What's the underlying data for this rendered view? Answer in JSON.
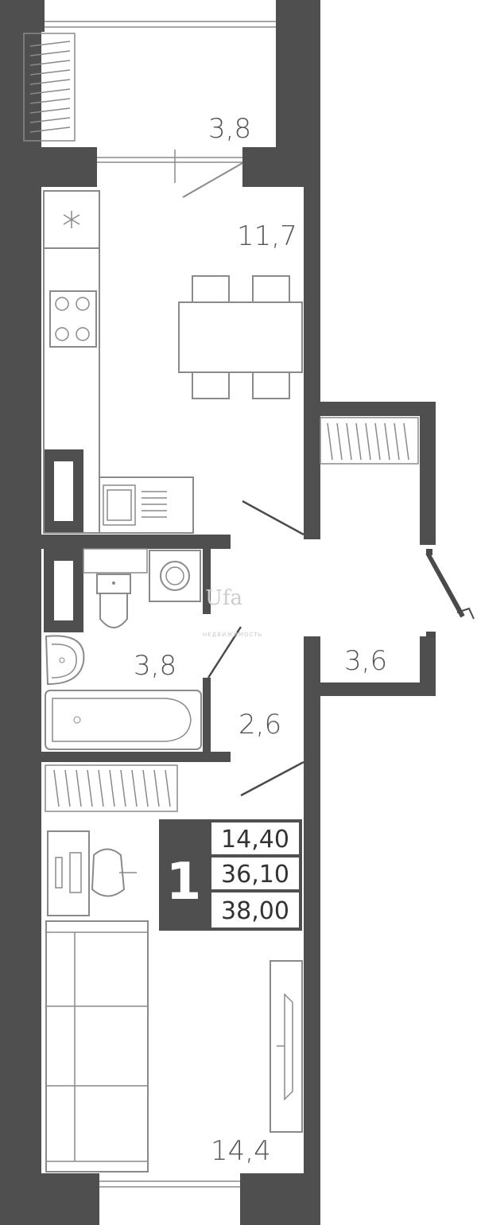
{
  "apartment": {
    "rooms_count": "1",
    "living_area": "14,40",
    "total_area": "36,10",
    "total_area_with_balconies": "38,00"
  },
  "rooms": [
    {
      "id": "balcony-top",
      "area": "3,8"
    },
    {
      "id": "kitchen",
      "area": "11,7"
    },
    {
      "id": "bathroom",
      "area": "3,8"
    },
    {
      "id": "hallway",
      "area": "2,6"
    },
    {
      "id": "loggia-side",
      "area": "3,6"
    },
    {
      "id": "living-room",
      "area": "14,4"
    }
  ],
  "watermark": {
    "text": "Ufa",
    "subtext": "НЕДВИЖИМОСТЬ"
  },
  "colors": {
    "wall": "#4f4f4f",
    "furniture_line": "#8a8a8a",
    "info_box": "#4f4f4f"
  }
}
